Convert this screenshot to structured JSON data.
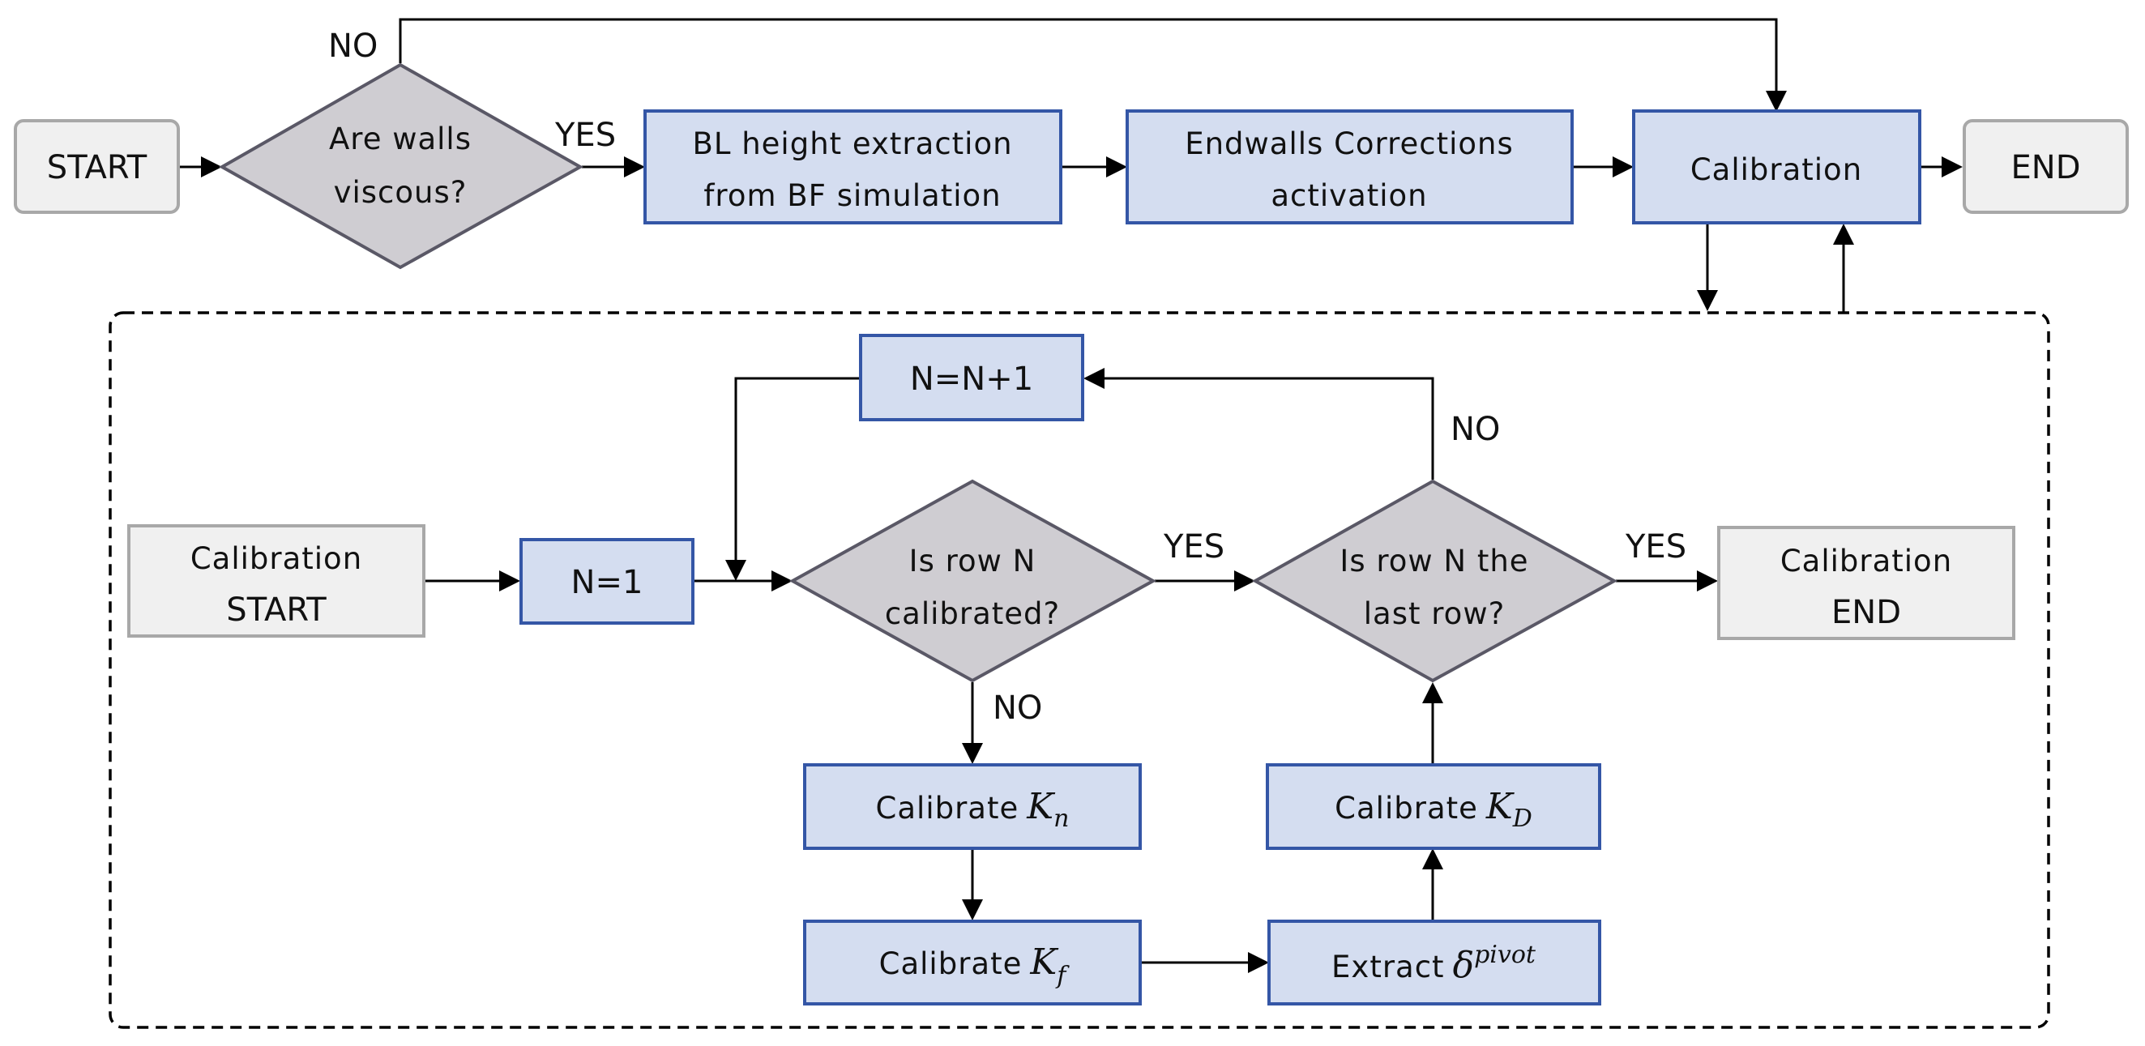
{
  "main_flow": {
    "start_label": "START",
    "end_label": "END",
    "decision_viscous": {
      "line1": "Are walls",
      "line2": "viscous?"
    },
    "bl_extraction": {
      "line1": "BL height extraction",
      "line2": "from BF simulation"
    },
    "endwalls": {
      "line1": "Endwalls Corrections",
      "line2": "activation"
    },
    "calibration": "Calibration",
    "yes_label": "YES",
    "no_label": "NO"
  },
  "sub_flow": {
    "calib_start": {
      "line1": "Calibration",
      "line2": "START"
    },
    "calib_end": {
      "line1": "Calibration",
      "line2": "END"
    },
    "n_init": "N=1",
    "n_increment": "N=N+1",
    "decision_row_calibrated": {
      "line1": "Is row N",
      "line2": "calibrated?"
    },
    "decision_last_row": {
      "line1": "Is row N the",
      "line2": "last row?"
    },
    "calibrate_kn": {
      "prefix": "Calibrate",
      "symbol": "K",
      "subscript": "n"
    },
    "calibrate_kf": {
      "prefix": "Calibrate",
      "symbol": "K",
      "subscript": "f"
    },
    "calibrate_kd": {
      "prefix": "Calibrate",
      "symbol": "K",
      "subscript": "D"
    },
    "extract_delta": {
      "prefix": "Extract",
      "symbol": "δ",
      "superscript": "pivot"
    },
    "yes_label_1": "YES",
    "yes_label_2": "YES",
    "no_label_1": "NO",
    "no_label_2": "NO"
  }
}
